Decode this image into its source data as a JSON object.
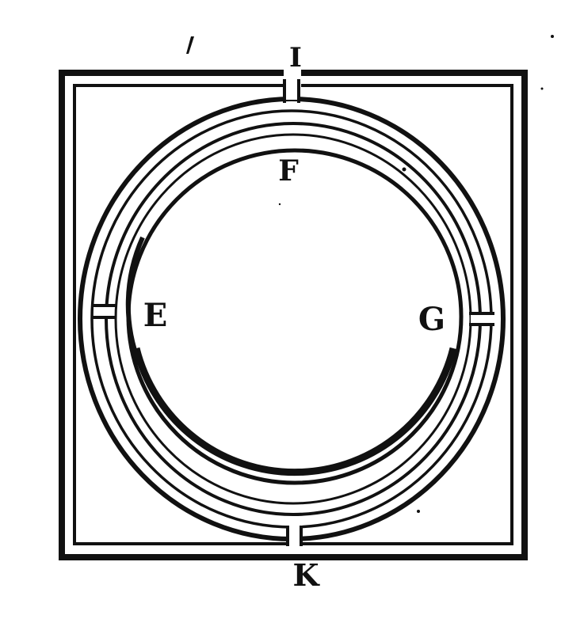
{
  "diagram": {
    "labels": {
      "top": "I",
      "bottom": "K",
      "inner_top": "F",
      "inner_left": "E",
      "inner_right": "G"
    },
    "colors": {
      "ink": "#111111",
      "paper": "#ffffff"
    }
  }
}
